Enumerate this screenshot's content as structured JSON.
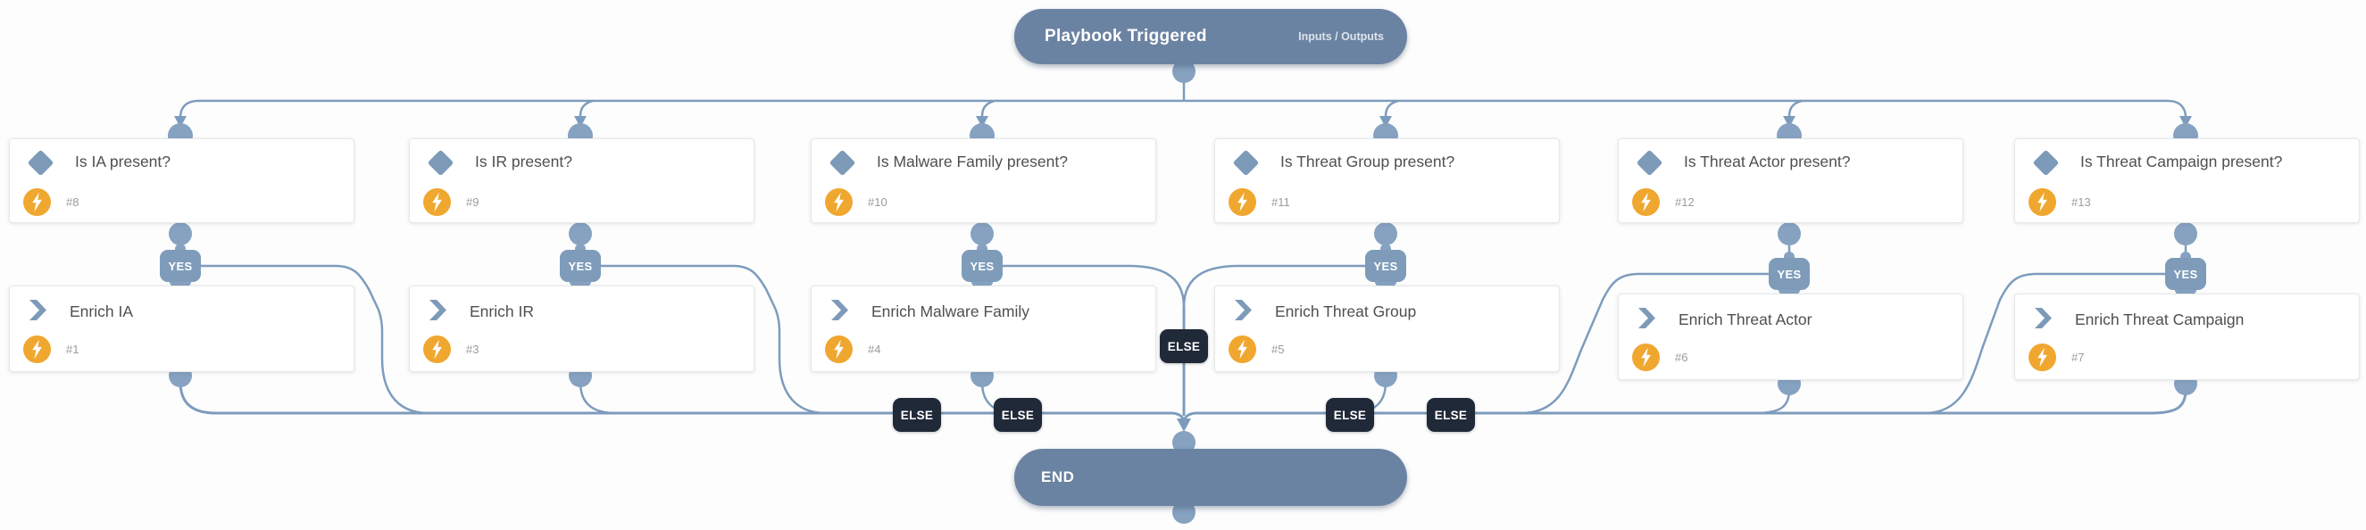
{
  "diagram": {
    "background": "#fdfdfd",
    "edge_color": "#7d9cbd",
    "connector_color": "#86a2c0",
    "badge_color": "#7e9cba",
    "else_badge_color": "#202938",
    "pill_color": "#6b83a2",
    "automation_icon_color": "#f0a72f"
  },
  "start_node": {
    "title": "Playbook Triggered",
    "meta": "Inputs / Outputs"
  },
  "end_node": {
    "title": "END"
  },
  "branch_labels": {
    "yes": "YES",
    "else": "ELSE"
  },
  "conditions": [
    {
      "title": "Is IA present?",
      "id": "#8"
    },
    {
      "title": "Is IR present?",
      "id": "#9"
    },
    {
      "title": "Is Malware Family present?",
      "id": "#10"
    },
    {
      "title": "Is Threat Group present?",
      "id": "#11"
    },
    {
      "title": "Is Threat Actor present?",
      "id": "#12"
    },
    {
      "title": "Is Threat Campaign present?",
      "id": "#13"
    }
  ],
  "tasks": [
    {
      "title": "Enrich IA",
      "id": "#1"
    },
    {
      "title": "Enrich IR",
      "id": "#3"
    },
    {
      "title": "Enrich Malware Family",
      "id": "#4"
    },
    {
      "title": "Enrich Threat Group",
      "id": "#5"
    },
    {
      "title": "Enrich Threat Actor",
      "id": "#6"
    },
    {
      "title": "Enrich Threat Campaign",
      "id": "#7"
    }
  ]
}
